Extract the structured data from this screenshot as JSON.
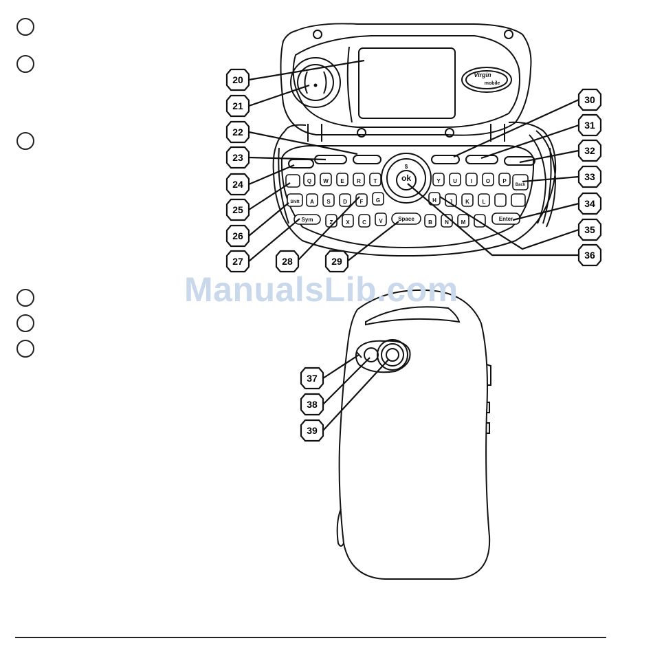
{
  "watermark": "ManualsLib.com",
  "callouts": {
    "c20": "20",
    "c21": "21",
    "c22": "22",
    "c23": "23",
    "c24": "24",
    "c25": "25",
    "c26": "26",
    "c27": "27",
    "c28": "28",
    "c29": "29",
    "c30": "30",
    "c31": "31",
    "c32": "32",
    "c33": "33",
    "c34": "34",
    "c35": "35",
    "c36": "36",
    "c37": "37",
    "c38": "38",
    "c39": "39"
  },
  "keys": {
    "row1": [
      "Q",
      "W",
      "E",
      "R",
      "T",
      "Y",
      "U",
      "I",
      "O",
      "P"
    ],
    "row1_back": "Back",
    "row2": [
      "A",
      "S",
      "D",
      "F",
      "G",
      "H",
      "J",
      "K",
      "L"
    ],
    "row2_shift": "Shift",
    "row3": [
      "Z",
      "X",
      "C",
      "V",
      "B",
      "N",
      "M"
    ],
    "sym": "Sym",
    "space": "Space",
    "enter": "Enter",
    "ok": "ok",
    "dollar": "$"
  },
  "logo": {
    "brand": "Virgin",
    "sub": "mobile"
  }
}
